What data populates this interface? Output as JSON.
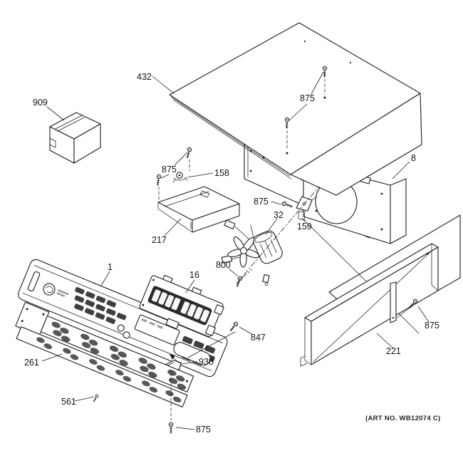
{
  "diagram": {
    "art_no": "(ART NO. WB12074 C)",
    "callouts": {
      "top_cover": "432",
      "top_screws": "875",
      "junction_box": "909",
      "shield_screws": "875",
      "clip": "158",
      "shield": "217",
      "bracket_screw": "875",
      "bracket": "159",
      "fan_shroud": "8",
      "fan_motor": "32",
      "motor_screw": "800",
      "control_panel": "1",
      "control_board": "16",
      "panel_screw": "847",
      "end_bracket": "938",
      "switch_strip": "261",
      "strip_screw": "561",
      "bottom_screw": "875",
      "side_rail": "221",
      "rail_screw": "875"
    }
  }
}
